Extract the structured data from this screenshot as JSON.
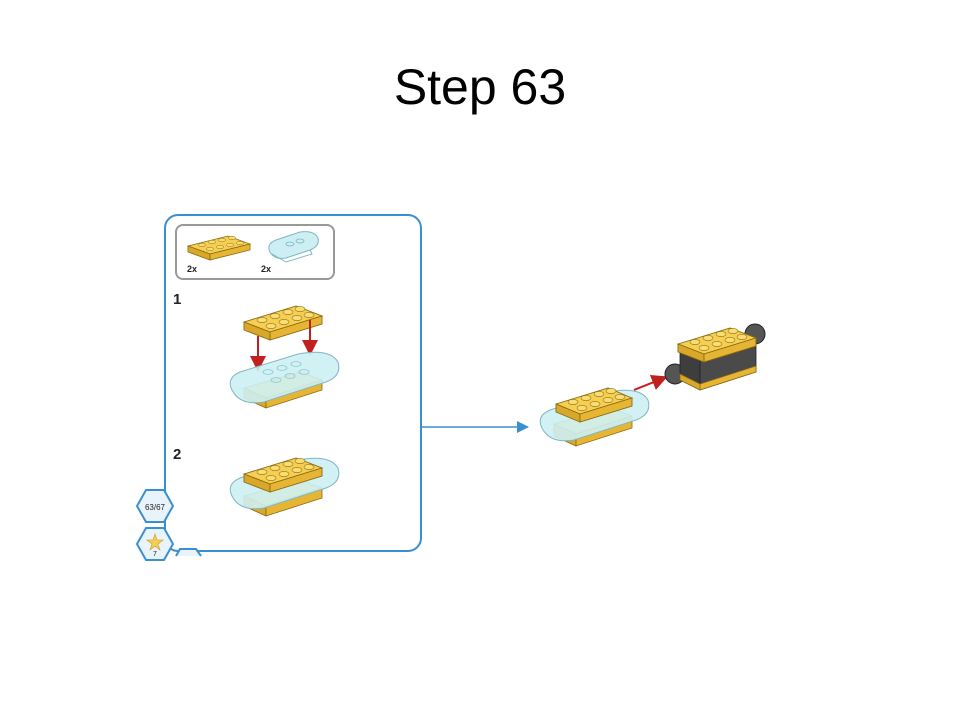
{
  "page": {
    "title": "Step 63"
  },
  "parts_list": [
    {
      "part": "yellow-plate-2x4",
      "qty": "2x"
    },
    {
      "part": "trans-light-blue-plate",
      "qty": "2x"
    }
  ],
  "substeps": [
    {
      "number": "1"
    },
    {
      "number": "2"
    }
  ],
  "progress_badge": {
    "text": "63/67"
  },
  "bonus_badge": {
    "text": "7"
  },
  "colors": {
    "panel_border": "#3a8fd0",
    "yellow_brick": "#f2c23c",
    "trans_blue": "#bfe7ee",
    "dark_gray": "#4a4a4a",
    "arrow_red": "#c0201e"
  }
}
